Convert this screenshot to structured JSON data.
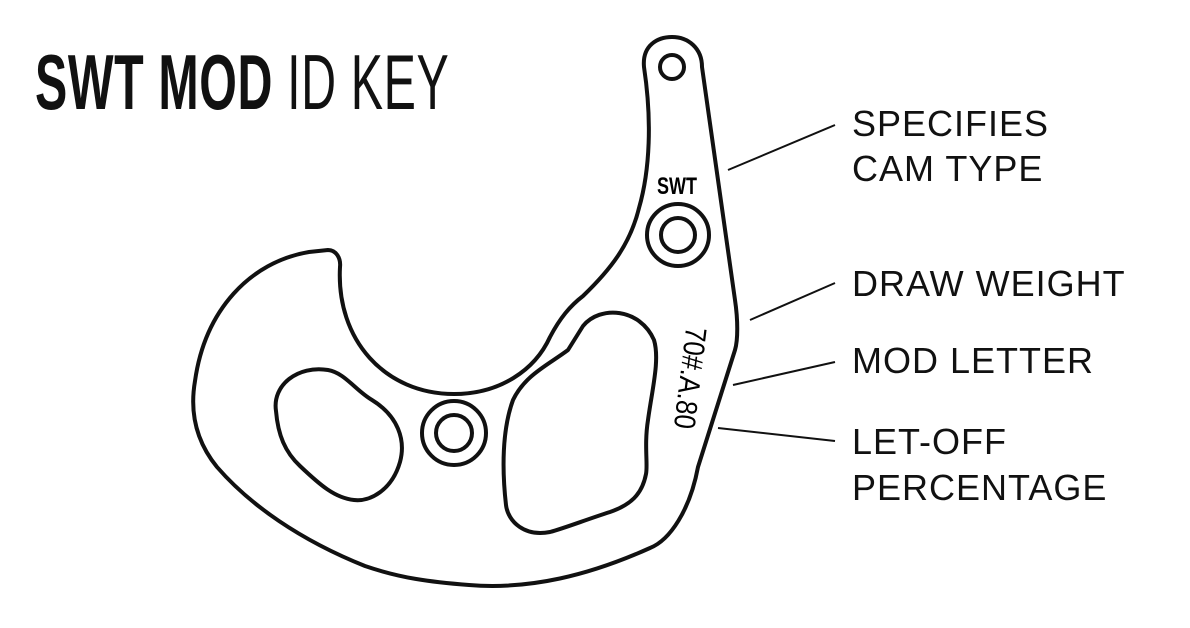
{
  "title": {
    "bold": "SWT MOD",
    "light": "ID KEY"
  },
  "part": {
    "cam_marking": "SWT",
    "mod_code": "70#.A.80"
  },
  "labels": {
    "cam_type": [
      "SPECIFIES",
      "CAM TYPE"
    ],
    "draw_weight": "DRAW WEIGHT",
    "mod_letter": "MOD LETTER",
    "let_off": [
      "LET-OFF",
      "PERCENTAGE"
    ]
  },
  "colors": {
    "line": "#111111",
    "background": "#ffffff"
  }
}
